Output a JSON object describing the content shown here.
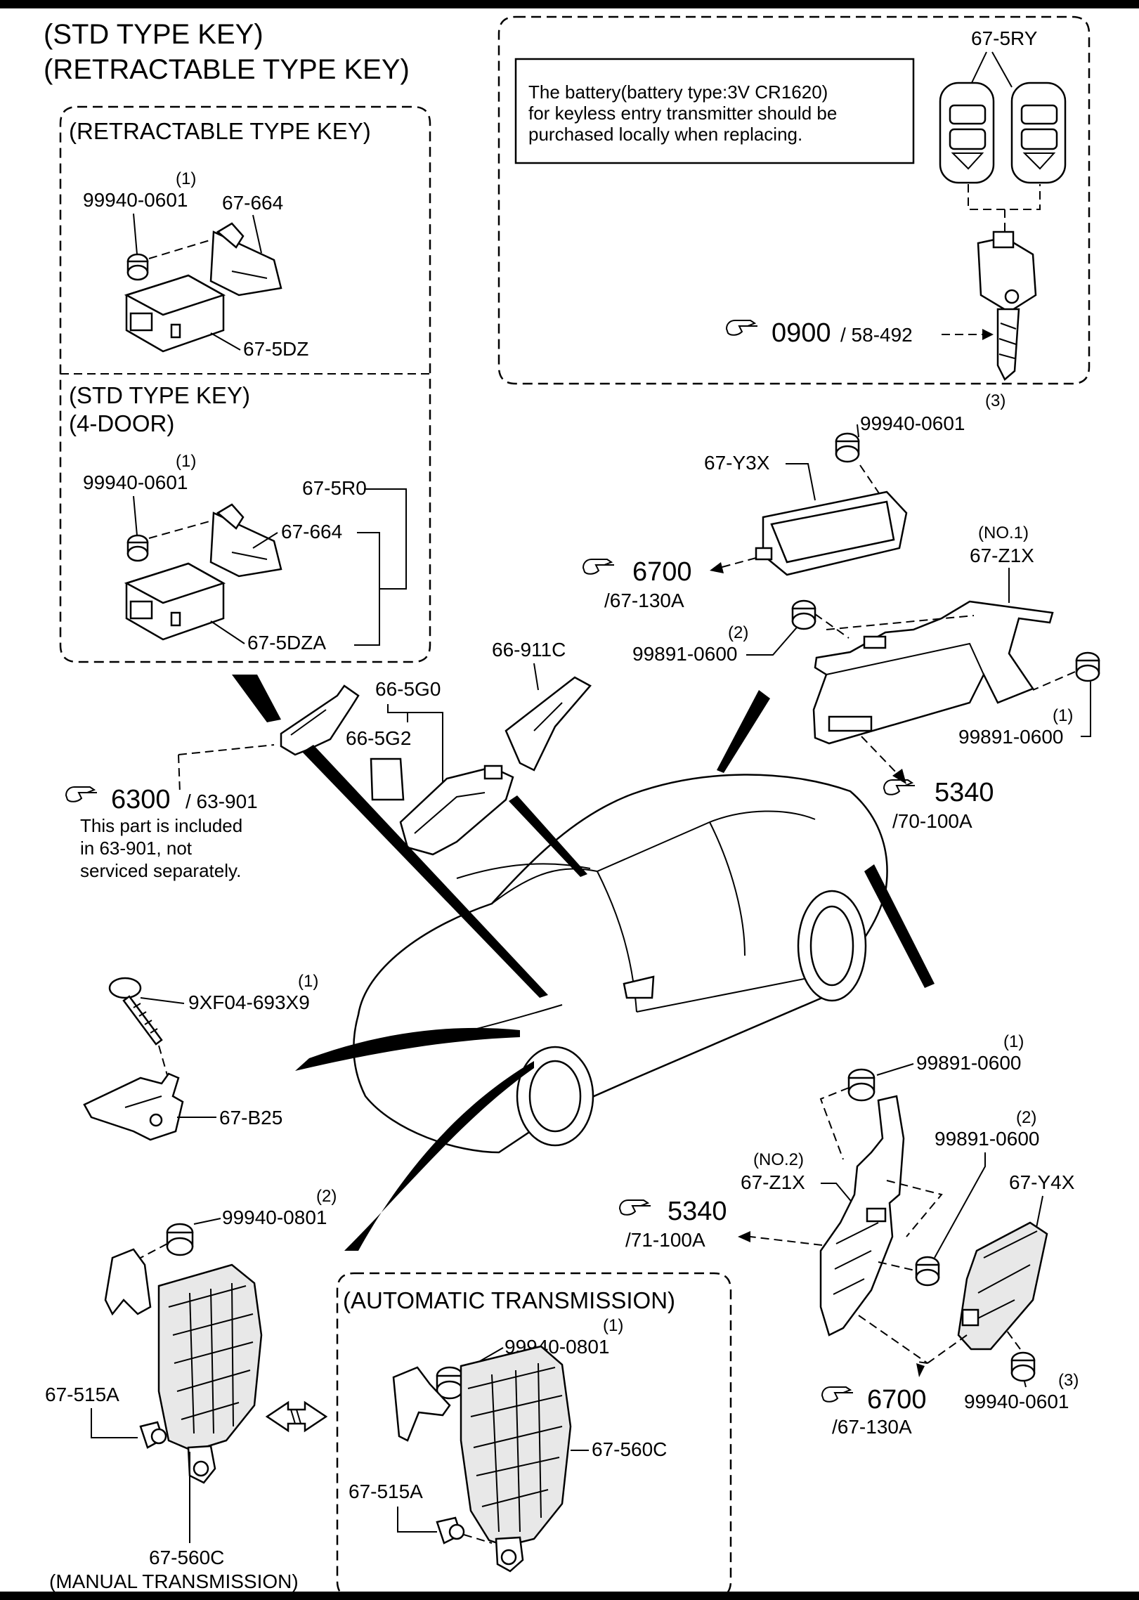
{
  "header": {
    "title_line1": "(STD TYPE KEY)",
    "title_line2": "(RETRACTABLE TYPE KEY)"
  },
  "retractable_section": {
    "title": "(RETRACTABLE TYPE KEY)",
    "qty_nut": "(1)",
    "nut": "99940-0601",
    "bracket": "67-664",
    "unit": "67-5DZ"
  },
  "std_section": {
    "title_line1": "(STD TYPE KEY)",
    "title_line2": "(4-DOOR)",
    "qty_nut": "(1)",
    "nut": "99940-0601",
    "assembly": "67-5R0",
    "bracket": "67-664",
    "unit": "67-5DZA"
  },
  "battery_section": {
    "key_fob": "67-5RY",
    "note_line1": "The battery(battery type:3V CR1620)",
    "note_line2": "for keyless entry transmitter should be",
    "note_line3": "purchased locally when replacing.",
    "ref_big": "0900",
    "ref_small": "/ 58-492"
  },
  "right_upper": {
    "qty_nut_top": "(3)",
    "nut_top": "99940-0601",
    "module": "67-Y3X",
    "ref1_big": "6700",
    "ref1_small": "/67-130A",
    "bracket_no": "(NO.1)",
    "bracket": "67-Z1X",
    "qty_nut2": "(2)",
    "nut2": "99891-0600",
    "qty_nut1": "(1)",
    "nut1": "99891-0600",
    "ref2_big": "5340",
    "ref2_small": "/70-100A"
  },
  "center": {
    "antenna": "66-911C",
    "keyless": "66-5G0",
    "label_part": "66-5G2",
    "ref_big": "6300",
    "ref_small": "/ 63-901",
    "note_line1": "This part is included",
    "note_line2": "in  63-901, not",
    "note_line3": "serviced separately."
  },
  "left_middle": {
    "qty_screw": "(1)",
    "screw": "9XF04-693X9",
    "bracket": "67-B25"
  },
  "left_lower": {
    "qty_nut": "(2)",
    "nut": "99940-0801",
    "clip": "67-515A",
    "junction_box": "67-560C",
    "transmission": "(MANUAL TRANSMISSION)"
  },
  "auto_section": {
    "title": "(AUTOMATIC TRANSMISSION)",
    "qty_nut": "(1)",
    "nut": "99940-0801",
    "junction_box": "67-560C",
    "clip": "67-515A"
  },
  "right_lower": {
    "qty_nut_top": "(1)",
    "nut_top": "99891-0600",
    "qty_nut2": "(2)",
    "nut2": "99891-0600",
    "bracket_no": "(NO.2)",
    "bracket": "67-Z1X",
    "module": "67-Y4X",
    "ref1_big": "5340",
    "ref1_small": "/71-100A",
    "ref2_big": "6700",
    "ref2_small": "/67-130A",
    "qty_nut3": "(3)",
    "nut3": "99940-0601"
  },
  "icons": [
    "pointing-hand-icon",
    "double-arrow-icon"
  ]
}
